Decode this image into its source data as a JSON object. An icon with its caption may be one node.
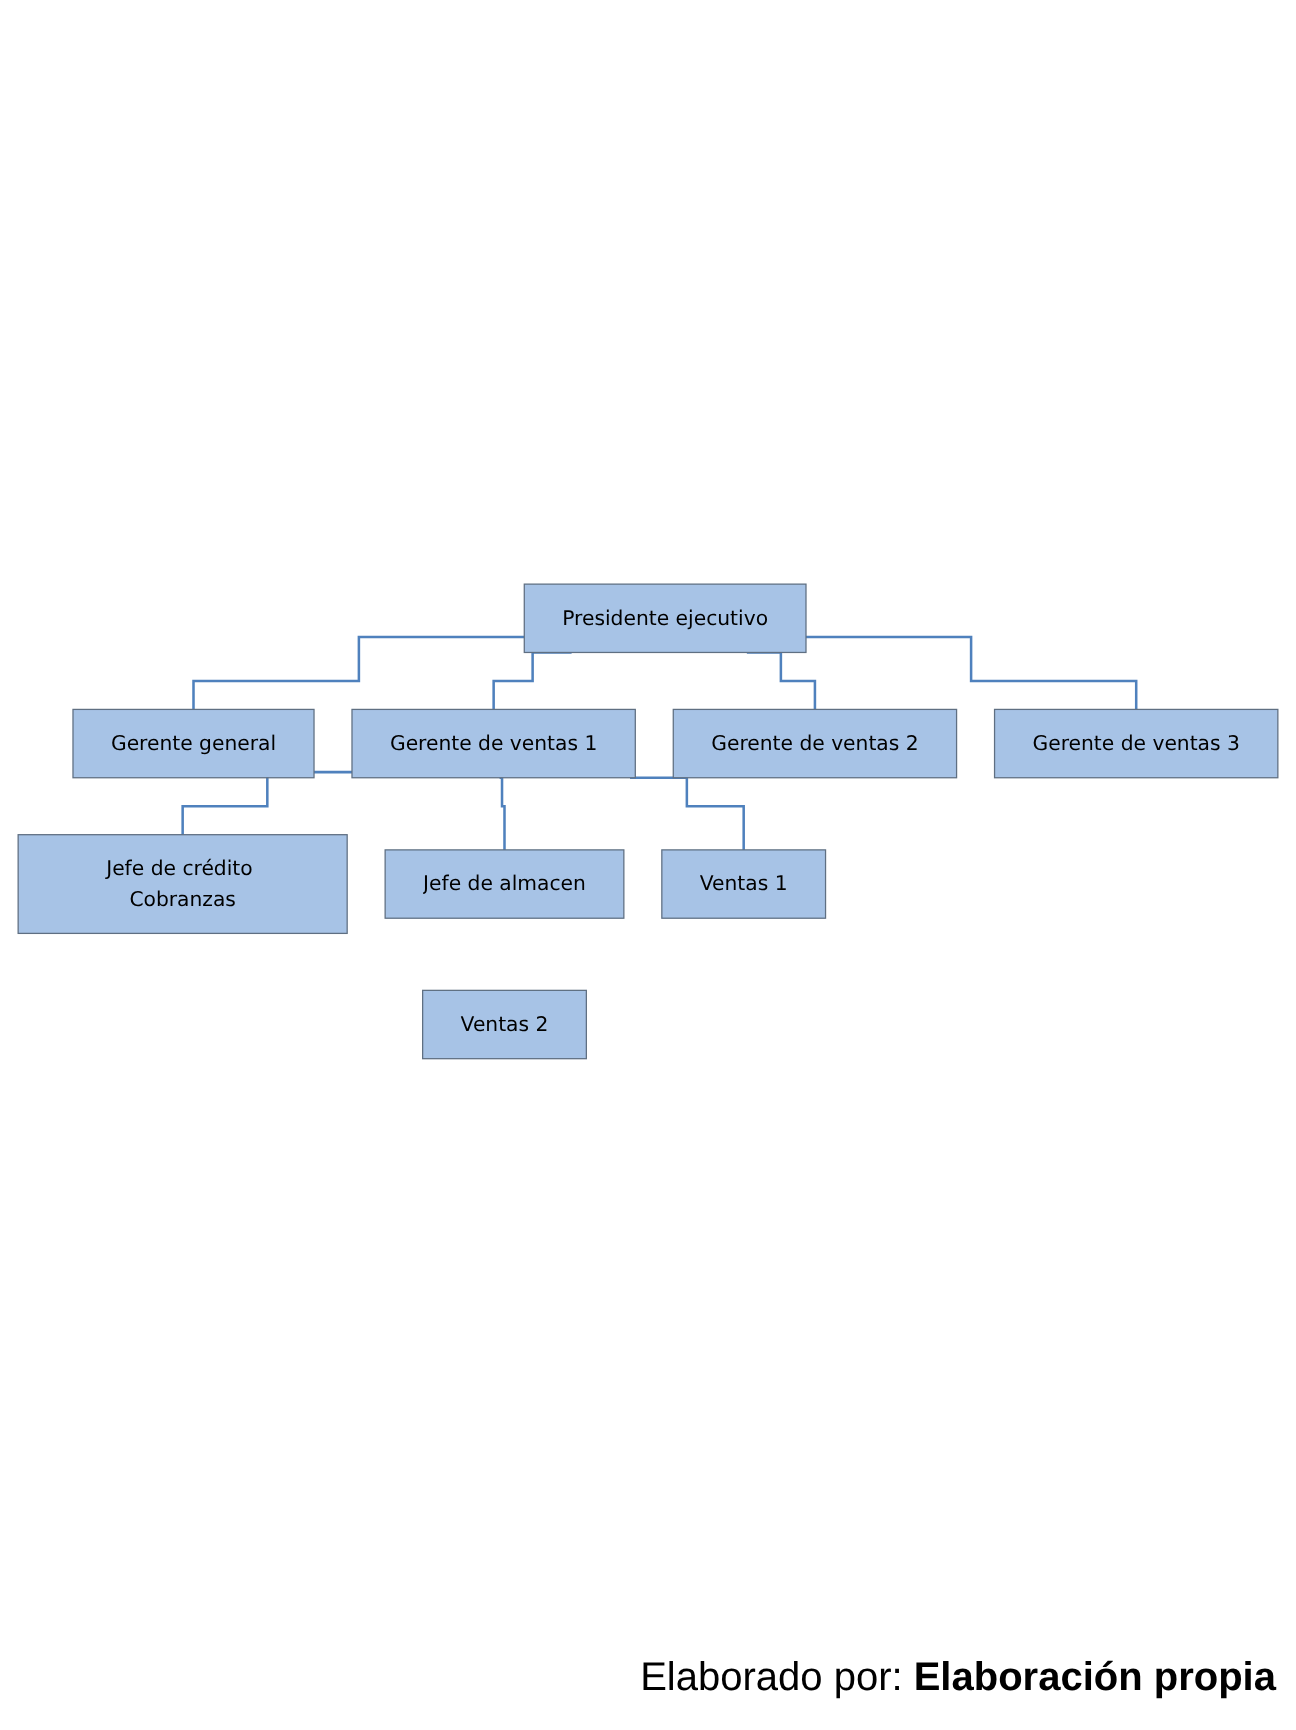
{
  "diagram": {
    "caption": "Elaborado por: **Elaboración propia**",
    "nodes": [
      {
        "text": [
          "Presidente ejecutivo"
        ]
      },
      {
        "text": [
          "Gerente general"
        ]
      },
      {
        "text": [
          "Gerente de ventas 1"
        ]
      },
      {
        "text": [
          "Gerente de ventas 2"
        ]
      },
      {
        "text": [
          "Gerente de ventas 3"
        ]
      },
      {
        "text": [
          "Jefe de crédito Cobranzas"
        ]
      },
      {
        "text": [
          "Jefe de almacen"
        ]
      },
      {
        "text": [
          "Ventas 1"
        ]
      },
      {
        "text": [
          "Ventas 2"
        ]
      }
    ],
    "edges": [
      {
        "from": 0,
        "to": 1,
        "arrow": "none"
      },
      {
        "from": 0,
        "to": 2,
        "arrow": "none"
      },
      {
        "from": 0,
        "to": 3,
        "arrow": "none"
      },
      {
        "from": 0,
        "to": 4,
        "arrow": "none"
      },
      {
        "from": 2,
        "to": 5,
        "arrow": "none"
      },
      {
        "from": 2,
        "to": 6,
        "arrow": "none"
      },
      {
        "from": 2,
        "to": 7,
        "arrow": "none"
      }
    ]
  }
}
